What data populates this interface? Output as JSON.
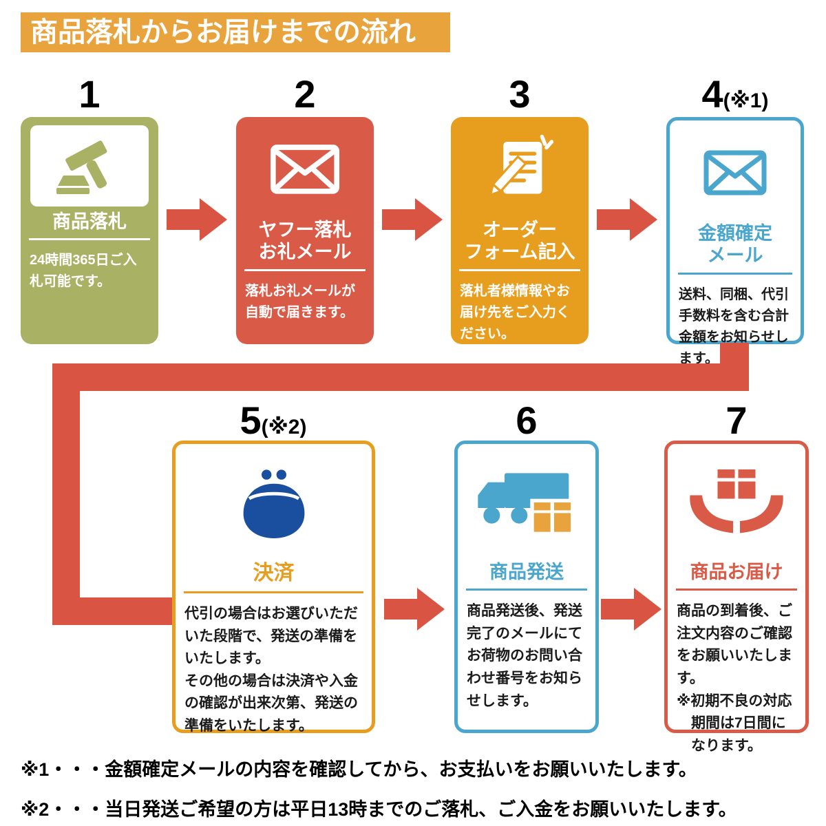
{
  "banner": {
    "title": "商品落札からお届けまでの流れ"
  },
  "colors": {
    "banner_orange": "#E8A33C",
    "olive": "#A9B164",
    "red": "#D95A47",
    "orange": "#E79E1F",
    "blue": "#4AA6CD",
    "navy": "#1A4E9E",
    "arrow_red": "#D95443",
    "text_black": "#000000"
  },
  "steps": [
    {
      "number": "1",
      "suffix": "",
      "title": "商品落札",
      "body": "24時間365日ご入札可能です。",
      "icon": "gavel-icon"
    },
    {
      "number": "2",
      "suffix": "",
      "title": "ヤフー落札\nお礼メール",
      "body": "落札お礼メールが自動で届きます。",
      "icon": "mail-icon"
    },
    {
      "number": "3",
      "suffix": "",
      "title": "オーダー\nフォーム記入",
      "body": "落札者様情報やお届け先をご入力ください。",
      "icon": "order-form-icon"
    },
    {
      "number": "4",
      "suffix": "(※1)",
      "title": "金額確定\nメール",
      "body": "送料、同梱、代引手数料を含む合計金額をお知らせします。",
      "icon": "mail-icon"
    },
    {
      "number": "5",
      "suffix": "(※2)",
      "title": "決済",
      "body": "代引の場合はお選びいただいた段階で、発送の準備をいたします。\nその他の場合は決済や入金の確認が出来次第、発送の準備をいたします。",
      "icon": "purse-icon"
    },
    {
      "number": "6",
      "suffix": "",
      "title": "商品発送",
      "body": "商品発送後、発送完了のメールにてお荷物のお問い合わせ番号をお知らせします。",
      "icon": "truck-icon"
    },
    {
      "number": "7",
      "suffix": "",
      "title": "商品お届け",
      "body": "商品の到着後、ご注文内容のご確認をお願いいたします。",
      "body2": "※初期不良の対応期間は7日間になります。",
      "icon": "hands-package-icon"
    }
  ],
  "notes": [
    {
      "text": "※1・・・金額確定メールの内容を確認してから、お支払いをお願いいたします。"
    },
    {
      "text": "※2・・・当日発送ご希望の方は平日13時までのご落札、ご入金をお願いいたします。"
    }
  ]
}
